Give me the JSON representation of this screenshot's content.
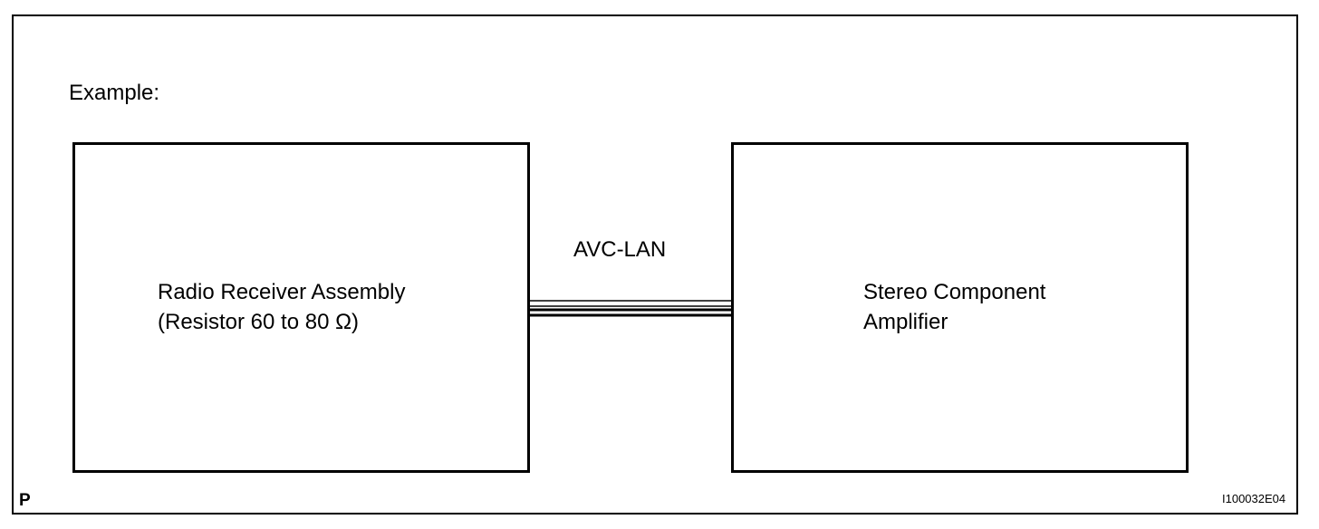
{
  "diagram": {
    "example_label": "Example:",
    "left_component": {
      "line1": "Radio Receiver Assembly",
      "line2": "(Resistor 60 to 80 Ω)"
    },
    "right_component": {
      "line1": "Stereo Component",
      "line2": "Amplifier"
    },
    "bus_label": "AVC-LAN",
    "corner_letter": "P",
    "figure_code": "I100032E04"
  }
}
